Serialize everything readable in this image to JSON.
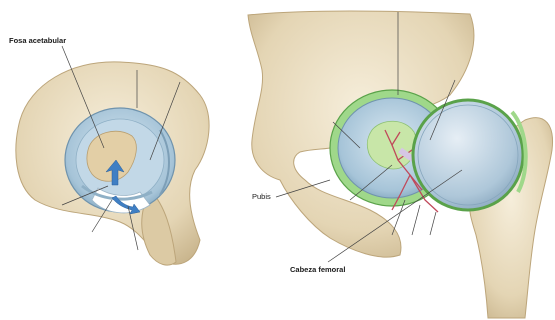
{
  "labels": {
    "fossa": "Fosa acetabular",
    "pubis": "Pubis",
    "head": "Cabeza femoral"
  },
  "colors": {
    "bone": "#e8dcc0",
    "bone_shadow": "#c9b78f",
    "cartilage": "#a9c8dc",
    "labrum": "#9fd88a",
    "vessel": "#c0485a",
    "leader": "#444444"
  }
}
